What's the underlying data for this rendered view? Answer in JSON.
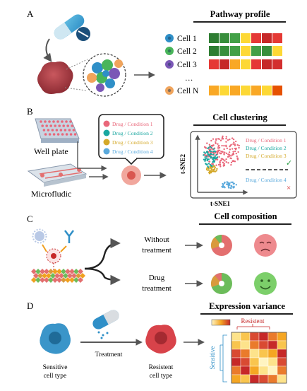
{
  "panels": {
    "a": {
      "letter": "A",
      "title": "Pathway profile",
      "cells": [
        {
          "label": "Cell 1",
          "color": "#2f8fc7"
        },
        {
          "label": "Cell 2",
          "color": "#49b55a"
        },
        {
          "label": "Cell 3",
          "color": "#7b57b6"
        },
        {
          "label": "…",
          "color": ""
        },
        {
          "label": "Cell N",
          "color": "#f0a45c"
        }
      ],
      "heatmap_rows": [
        [
          "#2e7d32",
          "#388e3c",
          "#43a047",
          "#fdd835",
          "#e53935",
          "#c62828",
          "#e53935"
        ],
        [
          "#2e7d32",
          "#388e3c",
          "#43a047",
          "#fdd835",
          "#43a047",
          "#388e3c",
          "#fdd835"
        ],
        [
          "#e53935",
          "#c62828",
          "#f9a825",
          "#fdd835",
          "#e53935",
          "#c62828",
          "#d32f2f"
        ],
        [
          "#f9a825",
          "#fdd835",
          "#f9a825",
          "#fdd835",
          "#f9a825",
          "#fdd835",
          "#e65100"
        ]
      ]
    },
    "b": {
      "letter": "B",
      "title": "Cell clustering",
      "device_labels": [
        "Well plate",
        "Microfludic"
      ],
      "conditions": [
        {
          "label": "Drug / Condition 1",
          "color": "#e9677a"
        },
        {
          "label": "Drug / Condition 2",
          "color": "#1aa7a0"
        },
        {
          "label": "Drug / Condition 3",
          "color": "#d4a92a"
        },
        {
          "label": "Drug / Condition 4",
          "color": "#5aa9dc"
        }
      ],
      "ylabel": "t-SNE2",
      "xlabel": "t-SNE1",
      "check_symbol": "✓",
      "cross_symbol": "×"
    },
    "c": {
      "letter": "C",
      "title": "Cell composition",
      "rows": [
        {
          "line1": "Without",
          "line2": "treatment",
          "pie_main": "#e36f6f",
          "pie_a": "#d99a3c",
          "pie_b": "#6cbc5a",
          "face": "sad"
        },
        {
          "line1": "Drug",
          "line2": "treatment",
          "pie_main": "#6cbc5a",
          "pie_a": "#d99a3c",
          "pie_b": "#e36f6f",
          "face": "happy"
        }
      ]
    },
    "d": {
      "letter": "D",
      "title": "Expression variance",
      "left_label_1": "Sensitive",
      "left_label_2": "cell type",
      "treatment_label": "Treatment",
      "right_label_1": "Resistent",
      "right_label_2": "cell type",
      "heatmap_top_label": "Resistent",
      "heatmap_side_label": "Sensitive"
    }
  }
}
